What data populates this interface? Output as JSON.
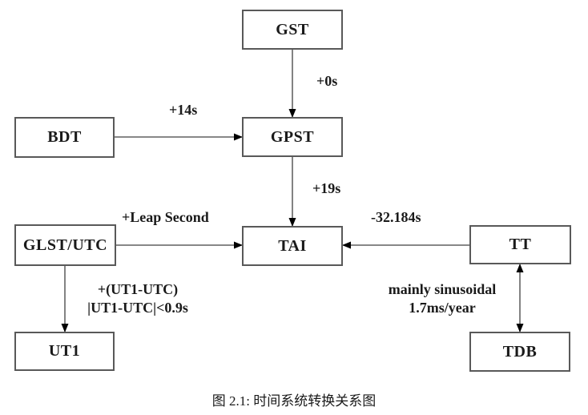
{
  "diagram": {
    "nodes": {
      "gst": "GST",
      "bdt": "BDT",
      "gpst": "GPST",
      "glst_utc": "GLST/UTC",
      "tai": "TAI",
      "tt": "TT",
      "ut1": "UT1",
      "tdb": "TDB"
    },
    "edge_labels": {
      "gst_to_gpst": "+0s",
      "bdt_to_gpst": "+14s",
      "gpst_to_tai": "+19s",
      "glst_to_tai": "+Leap Second",
      "tt_to_tai": "-32.184s",
      "glst_to_ut1_line1": "+(UT1-UTC)",
      "glst_to_ut1_line2": "|UT1-UTC|<0.9s",
      "tt_tdb_line1": "mainly sinusoidal",
      "tt_tdb_line2": "1.7ms/year"
    },
    "caption": "图 2.1: 时间系统转换关系图",
    "colors": {
      "background": "#ffffff",
      "box_border": "#595959",
      "arrow_line": "#404040",
      "arrowhead": "#000000",
      "text": "#1a1a1a"
    }
  }
}
